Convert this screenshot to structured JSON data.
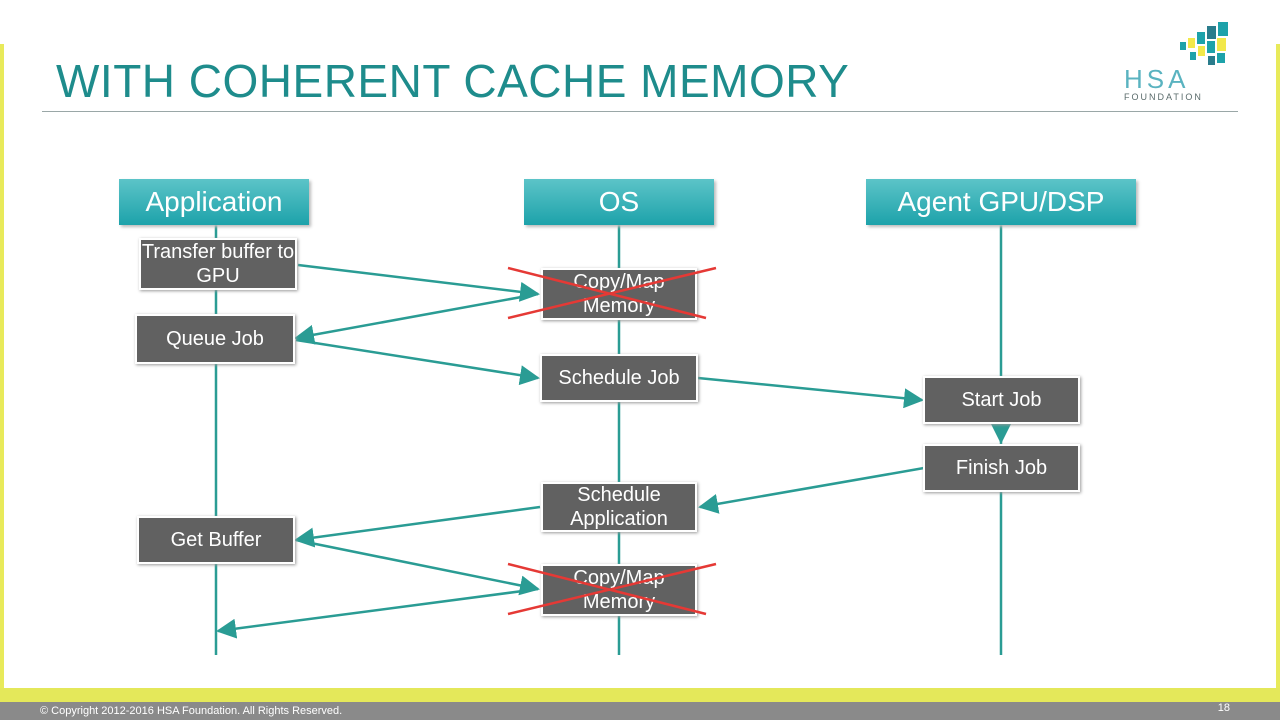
{
  "slide": {
    "title": "WITH COHERENT CACHE MEMORY",
    "logo": {
      "text": "HSA",
      "sub": "FOUNDATION"
    },
    "copyright": "© Copyright 2012-2016 HSA Foundation. All Rights Reserved.",
    "page_number": "18"
  },
  "lanes": {
    "application": "Application",
    "os": "OS",
    "agent": "Agent GPU/DSP"
  },
  "steps": {
    "transfer": "Transfer buffer to GPU",
    "copy_map_1": "Copy/Map Memory",
    "queue_job": "Queue Job",
    "schedule_job": "Schedule Job",
    "start_job": "Start Job",
    "finish_job": "Finish Job",
    "schedule_app": "Schedule Application",
    "get_buffer": "Get Buffer",
    "copy_map_2": "Copy/Map Memory"
  },
  "colors": {
    "title": "#1e8c8c",
    "arrow": "#2a9c94",
    "cross": "#e53935",
    "box": "#616161",
    "header": "#1da2aa"
  }
}
